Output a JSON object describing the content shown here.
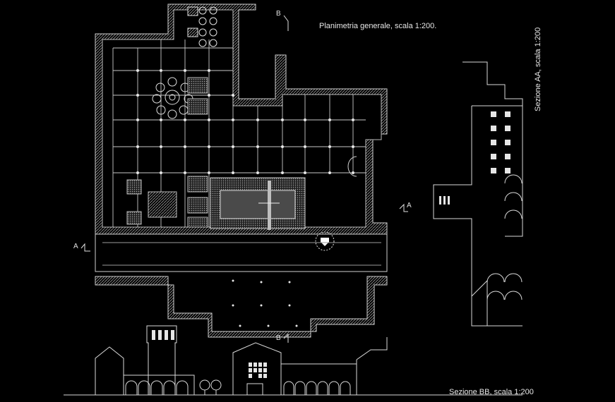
{
  "labels": {
    "plan_title": "Planimetria generale, scala 1:200.",
    "section_aa": "Sezione AA, scala 1:200",
    "section_bb": "Sezione BB, scala 1:200"
  },
  "markers": {
    "a_left": "A",
    "a_right": "A",
    "b_top": "B",
    "b_bottom": "B"
  },
  "colors": {
    "background": "#000000",
    "line": "#d9d9d9",
    "hatch": "#8c8c8c",
    "pool": "#444444"
  }
}
